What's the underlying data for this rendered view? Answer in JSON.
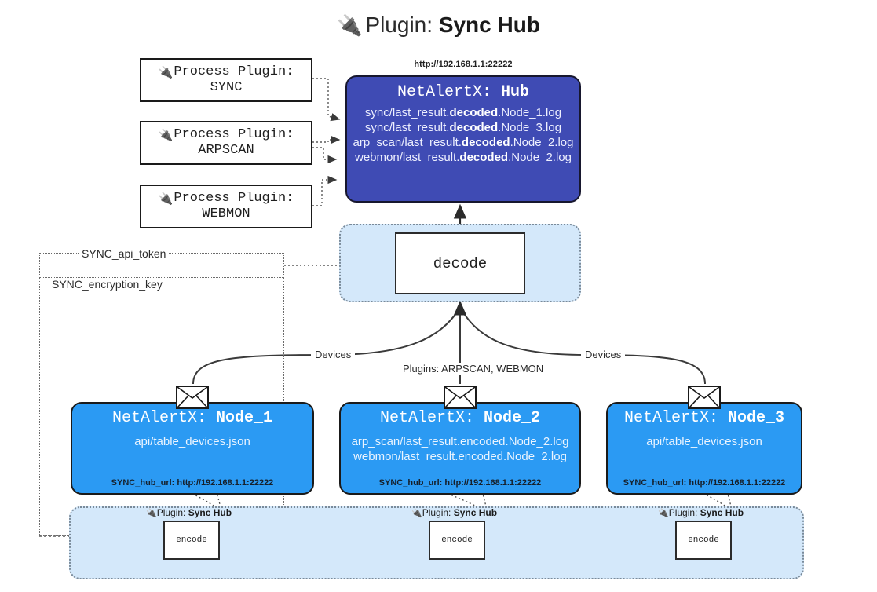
{
  "title": {
    "icon": "plug-icon",
    "prefix": "Plugin:",
    "name": "Sync Hub"
  },
  "process_plugins": [
    {
      "icon": "plug-icon",
      "line1": "Process Plugin:",
      "line2": "SYNC"
    },
    {
      "icon": "plug-icon",
      "line1": "Process Plugin:",
      "line2": "ARPSCAN"
    },
    {
      "icon": "plug-icon",
      "line1": "Process Plugin:",
      "line2": "WEBMON"
    }
  ],
  "hub": {
    "url": "http://192.168.1.1:22222",
    "title_prefix": "NetAlertX:",
    "title_name": "Hub",
    "logs": [
      {
        "pre": "sync/last_result.",
        "mid": "decoded",
        "post": ".Node_1.log"
      },
      {
        "pre": "sync/last_result.",
        "mid": "decoded",
        "post": ".Node_3.log"
      },
      {
        "pre": "arp_scan/last_result.",
        "mid": "decoded",
        "post": ".Node_2.log"
      },
      {
        "pre": "webmon/last_result.",
        "mid": "decoded",
        "post": ".Node_2.log"
      }
    ]
  },
  "decode": {
    "label": "decode"
  },
  "tokens": {
    "api_token": "SYNC_api_token",
    "encryption_key": "SYNC_encryption_key"
  },
  "edge_labels": {
    "devices_left": "Devices",
    "devices_right": "Devices",
    "plugins_center": "Plugins: ARPSCAN, WEBMON"
  },
  "nodes": [
    {
      "title_prefix": "NetAlertX:",
      "title_name": "Node_1",
      "lines": [
        "api/table_devices.json"
      ],
      "hub_url": "SYNC_hub_url: http://192.168.1.1:22222",
      "icon": "envelope-icon"
    },
    {
      "title_prefix": "NetAlertX:",
      "title_name": "Node_2",
      "lines": [
        "arp_scan/last_result.encoded.Node_2.log",
        "webmon/last_result.encoded.Node_2.log"
      ],
      "hub_url": "SYNC_hub_url: http://192.168.1.1:22222",
      "icon": "envelope-icon"
    },
    {
      "title_prefix": "NetAlertX:",
      "title_name": "Node_3",
      "lines": [
        "api/table_devices.json"
      ],
      "hub_url": "SYNC_hub_url: http://192.168.1.1:22222",
      "icon": "envelope-icon"
    }
  ],
  "encoders": [
    {
      "plugin_prefix": "Plugin:",
      "plugin_name": "Sync Hub",
      "label": "encode",
      "icon": "plug-icon"
    },
    {
      "plugin_prefix": "Plugin:",
      "plugin_name": "Sync Hub",
      "label": "encode",
      "icon": "plug-icon"
    },
    {
      "plugin_prefix": "Plugin:",
      "plugin_name": "Sync Hub",
      "label": "encode",
      "icon": "plug-icon"
    }
  ],
  "colors": {
    "hub_fill": "#3f4bb4",
    "node_fill": "#2b9af3",
    "band_fill": "#d4e8fa",
    "stroke": "#1a1a1a",
    "text_light": "#ffffff"
  }
}
